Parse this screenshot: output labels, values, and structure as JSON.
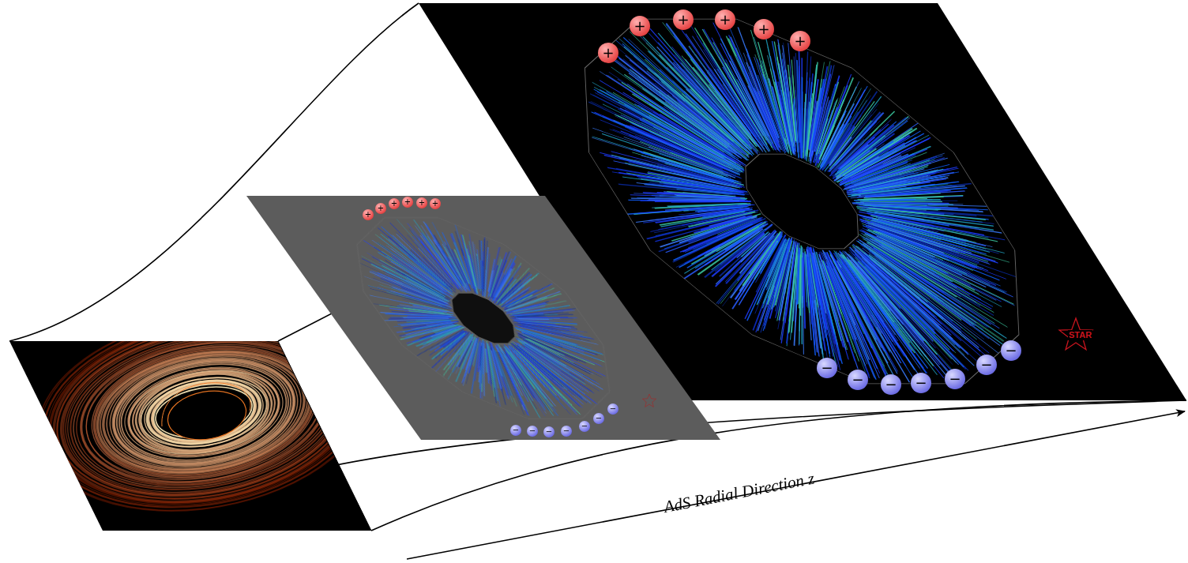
{
  "diagram": {
    "nodes": [
      {
        "text": [
          "+"
        ]
      },
      {
        "text": [
          "+"
        ]
      },
      {
        "text": [
          "+"
        ]
      },
      {
        "text": [
          "+"
        ]
      },
      {
        "text": [
          "+"
        ]
      },
      {
        "text": [
          "+"
        ]
      },
      {
        "text": [
          "−"
        ]
      },
      {
        "text": [
          "−"
        ]
      },
      {
        "text": [
          "−"
        ]
      },
      {
        "text": [
          "−"
        ]
      },
      {
        "text": [
          "−"
        ]
      },
      {
        "text": [
          "−"
        ]
      },
      {
        "text": [
          "−"
        ]
      },
      {
        "text": [
          "+"
        ]
      },
      {
        "text": [
          "+"
        ]
      },
      {
        "text": [
          "+"
        ]
      },
      {
        "text": [
          "+"
        ]
      },
      {
        "text": [
          "+"
        ]
      },
      {
        "text": [
          "+"
        ]
      },
      {
        "text": [
          "−"
        ]
      },
      {
        "text": [
          "−"
        ]
      },
      {
        "text": [
          "−"
        ]
      },
      {
        "text": [
          "−"
        ]
      },
      {
        "text": [
          "−"
        ]
      },
      {
        "text": [
          "−"
        ]
      },
      {
        "text": [
          "−"
        ]
      }
    ],
    "labels": [
      "STAR",
      "AdS Radial Direction z"
    ]
  }
}
